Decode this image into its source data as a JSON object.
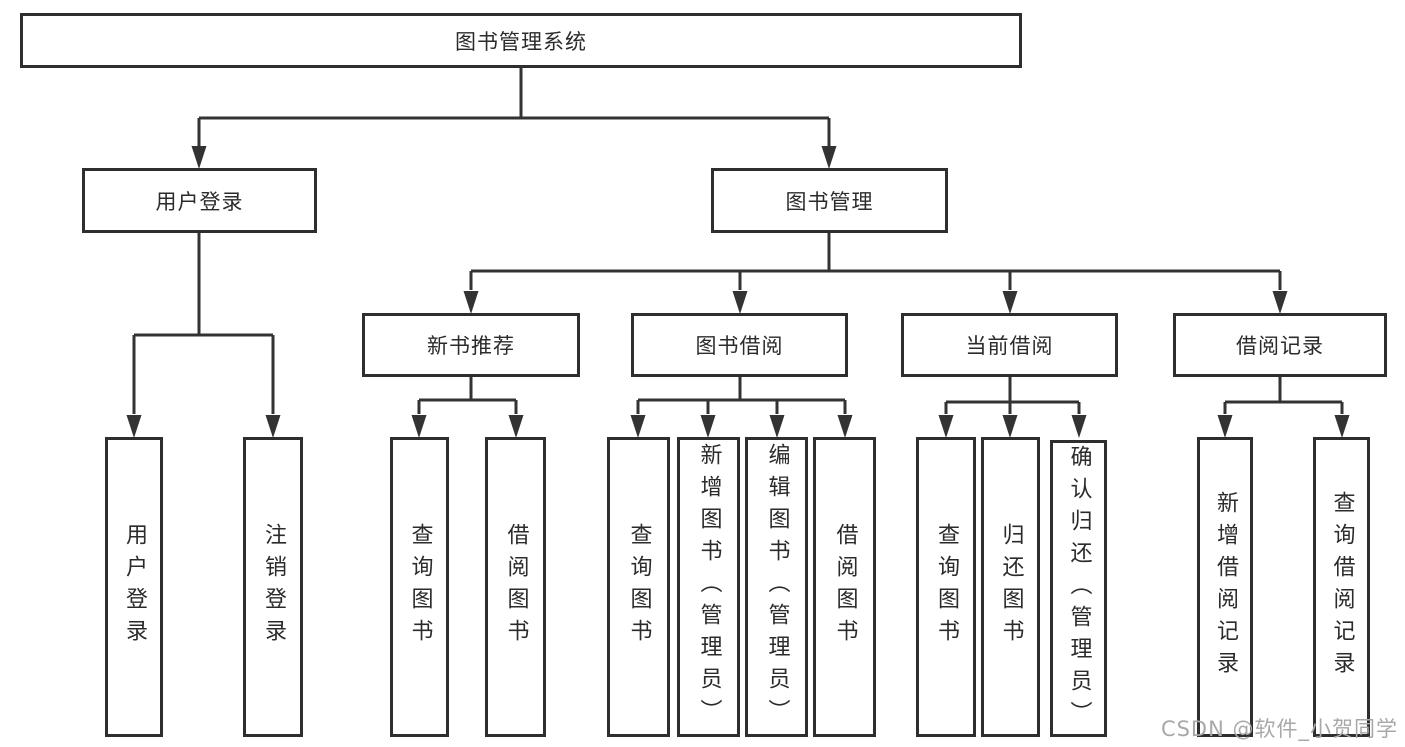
{
  "tree": {
    "root": {
      "label": "图书管理系统",
      "children": [
        {
          "label": "用户登录",
          "children": [
            {
              "label": "用户登录"
            },
            {
              "label": "注销登录"
            }
          ]
        },
        {
          "label": "图书管理",
          "children": [
            {
              "label": "新书推荐",
              "children": [
                {
                  "label": "查询图书"
                },
                {
                  "label": "借阅图书"
                }
              ]
            },
            {
              "label": "图书借阅",
              "children": [
                {
                  "label": "查询图书"
                },
                {
                  "label": "新增图书（管理员）"
                },
                {
                  "label": "编辑图书（管理员）"
                },
                {
                  "label": "借阅图书"
                }
              ]
            },
            {
              "label": "当前借阅",
              "children": [
                {
                  "label": "查询图书"
                },
                {
                  "label": "归还图书"
                },
                {
                  "label": "确认归还（管理员）"
                }
              ]
            },
            {
              "label": "借阅记录",
              "children": [
                {
                  "label": "新增借阅记录"
                },
                {
                  "label": "查询借阅记录"
                }
              ]
            }
          ]
        }
      ]
    }
  },
  "watermark": "CSDN @软件_小贺同学",
  "colors": {
    "bg": "#ffffff",
    "line": "#333333",
    "box_border": "#2e2e2e",
    "box_fill": "#ffffff",
    "text": "#2b2b2b",
    "watermark": "#a8a8a8"
  }
}
